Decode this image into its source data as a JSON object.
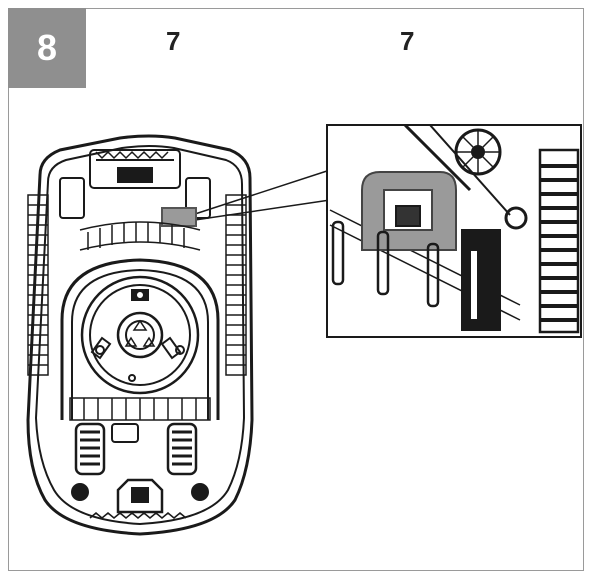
{
  "step": {
    "number": "8"
  },
  "callouts": {
    "left": "7",
    "right": "7"
  },
  "colors": {
    "badge": "#8f8f8f",
    "line": "#1a1a1a",
    "frame": "#9a9a9a"
  },
  "icons": {
    "center_hub": "recycle-icon"
  }
}
